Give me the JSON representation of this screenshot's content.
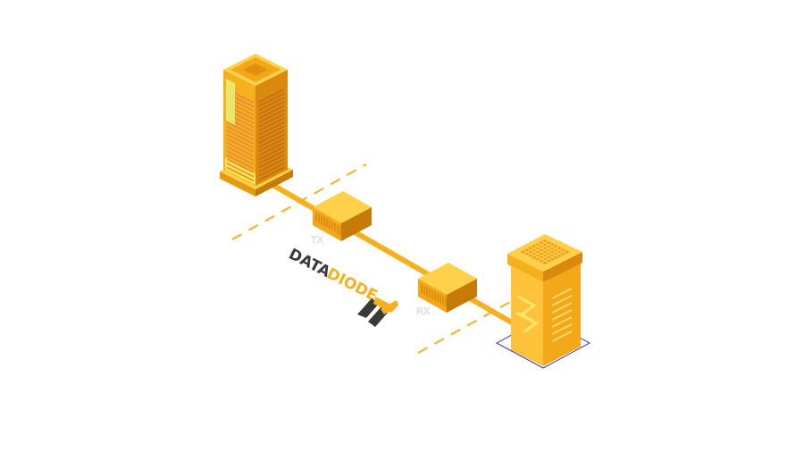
{
  "colors": {
    "accent": "#F6B01E",
    "accent_light": "#FFD04A",
    "accent_dark": "#D98A0E",
    "accent_deep": "#B96E08",
    "highlight": "#FFF27A",
    "logo_dark": "#3A3A3A",
    "base_outline": "#3A3FB8"
  },
  "labels": {
    "tx": "TX",
    "rx": "RX"
  },
  "logo": {
    "word1": "DATA",
    "word2": "DIODE"
  },
  "icons": {
    "source_tower": "office-tower-icon",
    "tx_unit": "network-appliance-icon",
    "rx_unit": "network-appliance-icon",
    "destination_server": "server-tower-icon",
    "logo_mark": "chevron-x-logo-icon"
  }
}
